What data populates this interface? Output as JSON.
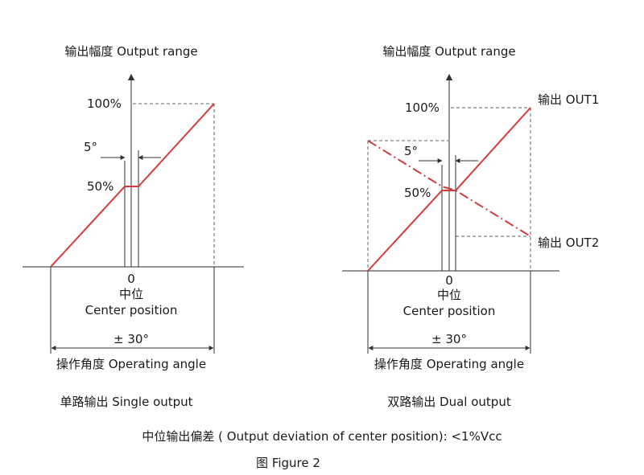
{
  "left_diagram": {
    "y_axis_title": "输出幅度 Output range",
    "y100": "100%",
    "y50": "50%",
    "deadband": "5°",
    "x_zero": "0",
    "center_cn": "中位",
    "center_en": "Center position",
    "range": "± 30°",
    "x_axis_title": "操作角度 Operating angle",
    "caption": "单路输出 Single output"
  },
  "right_diagram": {
    "y_axis_title": "输出幅度 Output range",
    "y100": "100%",
    "y50": "50%",
    "deadband": "5°",
    "x_zero": "0",
    "center_cn": "中位",
    "center_en": "Center position",
    "range": "± 30°",
    "x_axis_title": "操作角度 Operating angle",
    "out1": "输出 OUT1",
    "out2": "输出 OUT2",
    "caption": "双路输出 Dual output"
  },
  "footer": {
    "deviation_note": "中位输出偏差 ( Output deviation of center position): <1%Vcc",
    "figure_label": "图 Figure 2"
  },
  "colors": {
    "curve": "#d43a3a",
    "axis": "#555555"
  }
}
